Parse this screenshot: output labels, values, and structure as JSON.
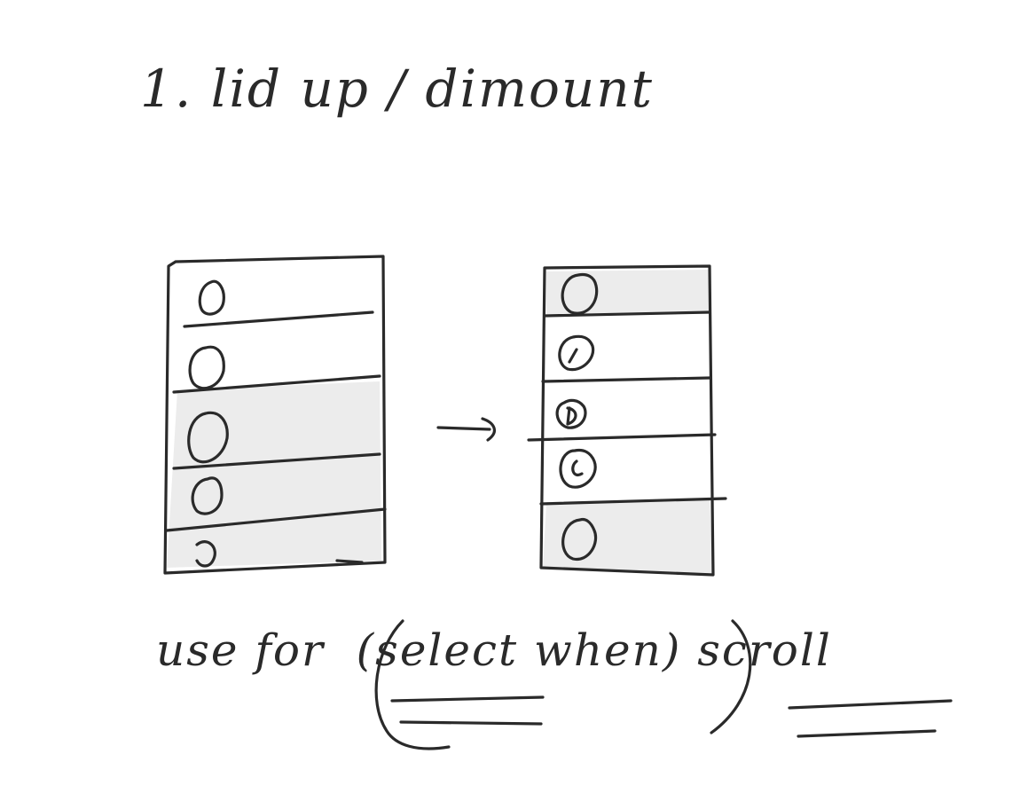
{
  "heading": "1. lid up / dimount",
  "caption": {
    "prefix": "use for",
    "select": "select",
    "when": "when",
    "scroll": "scroll"
  },
  "colors": {
    "ink": "#2a2a2a",
    "paper": "#ffffff",
    "shade": "#ececec"
  },
  "lists": {
    "before_rows": 5,
    "after_rows": 5
  }
}
